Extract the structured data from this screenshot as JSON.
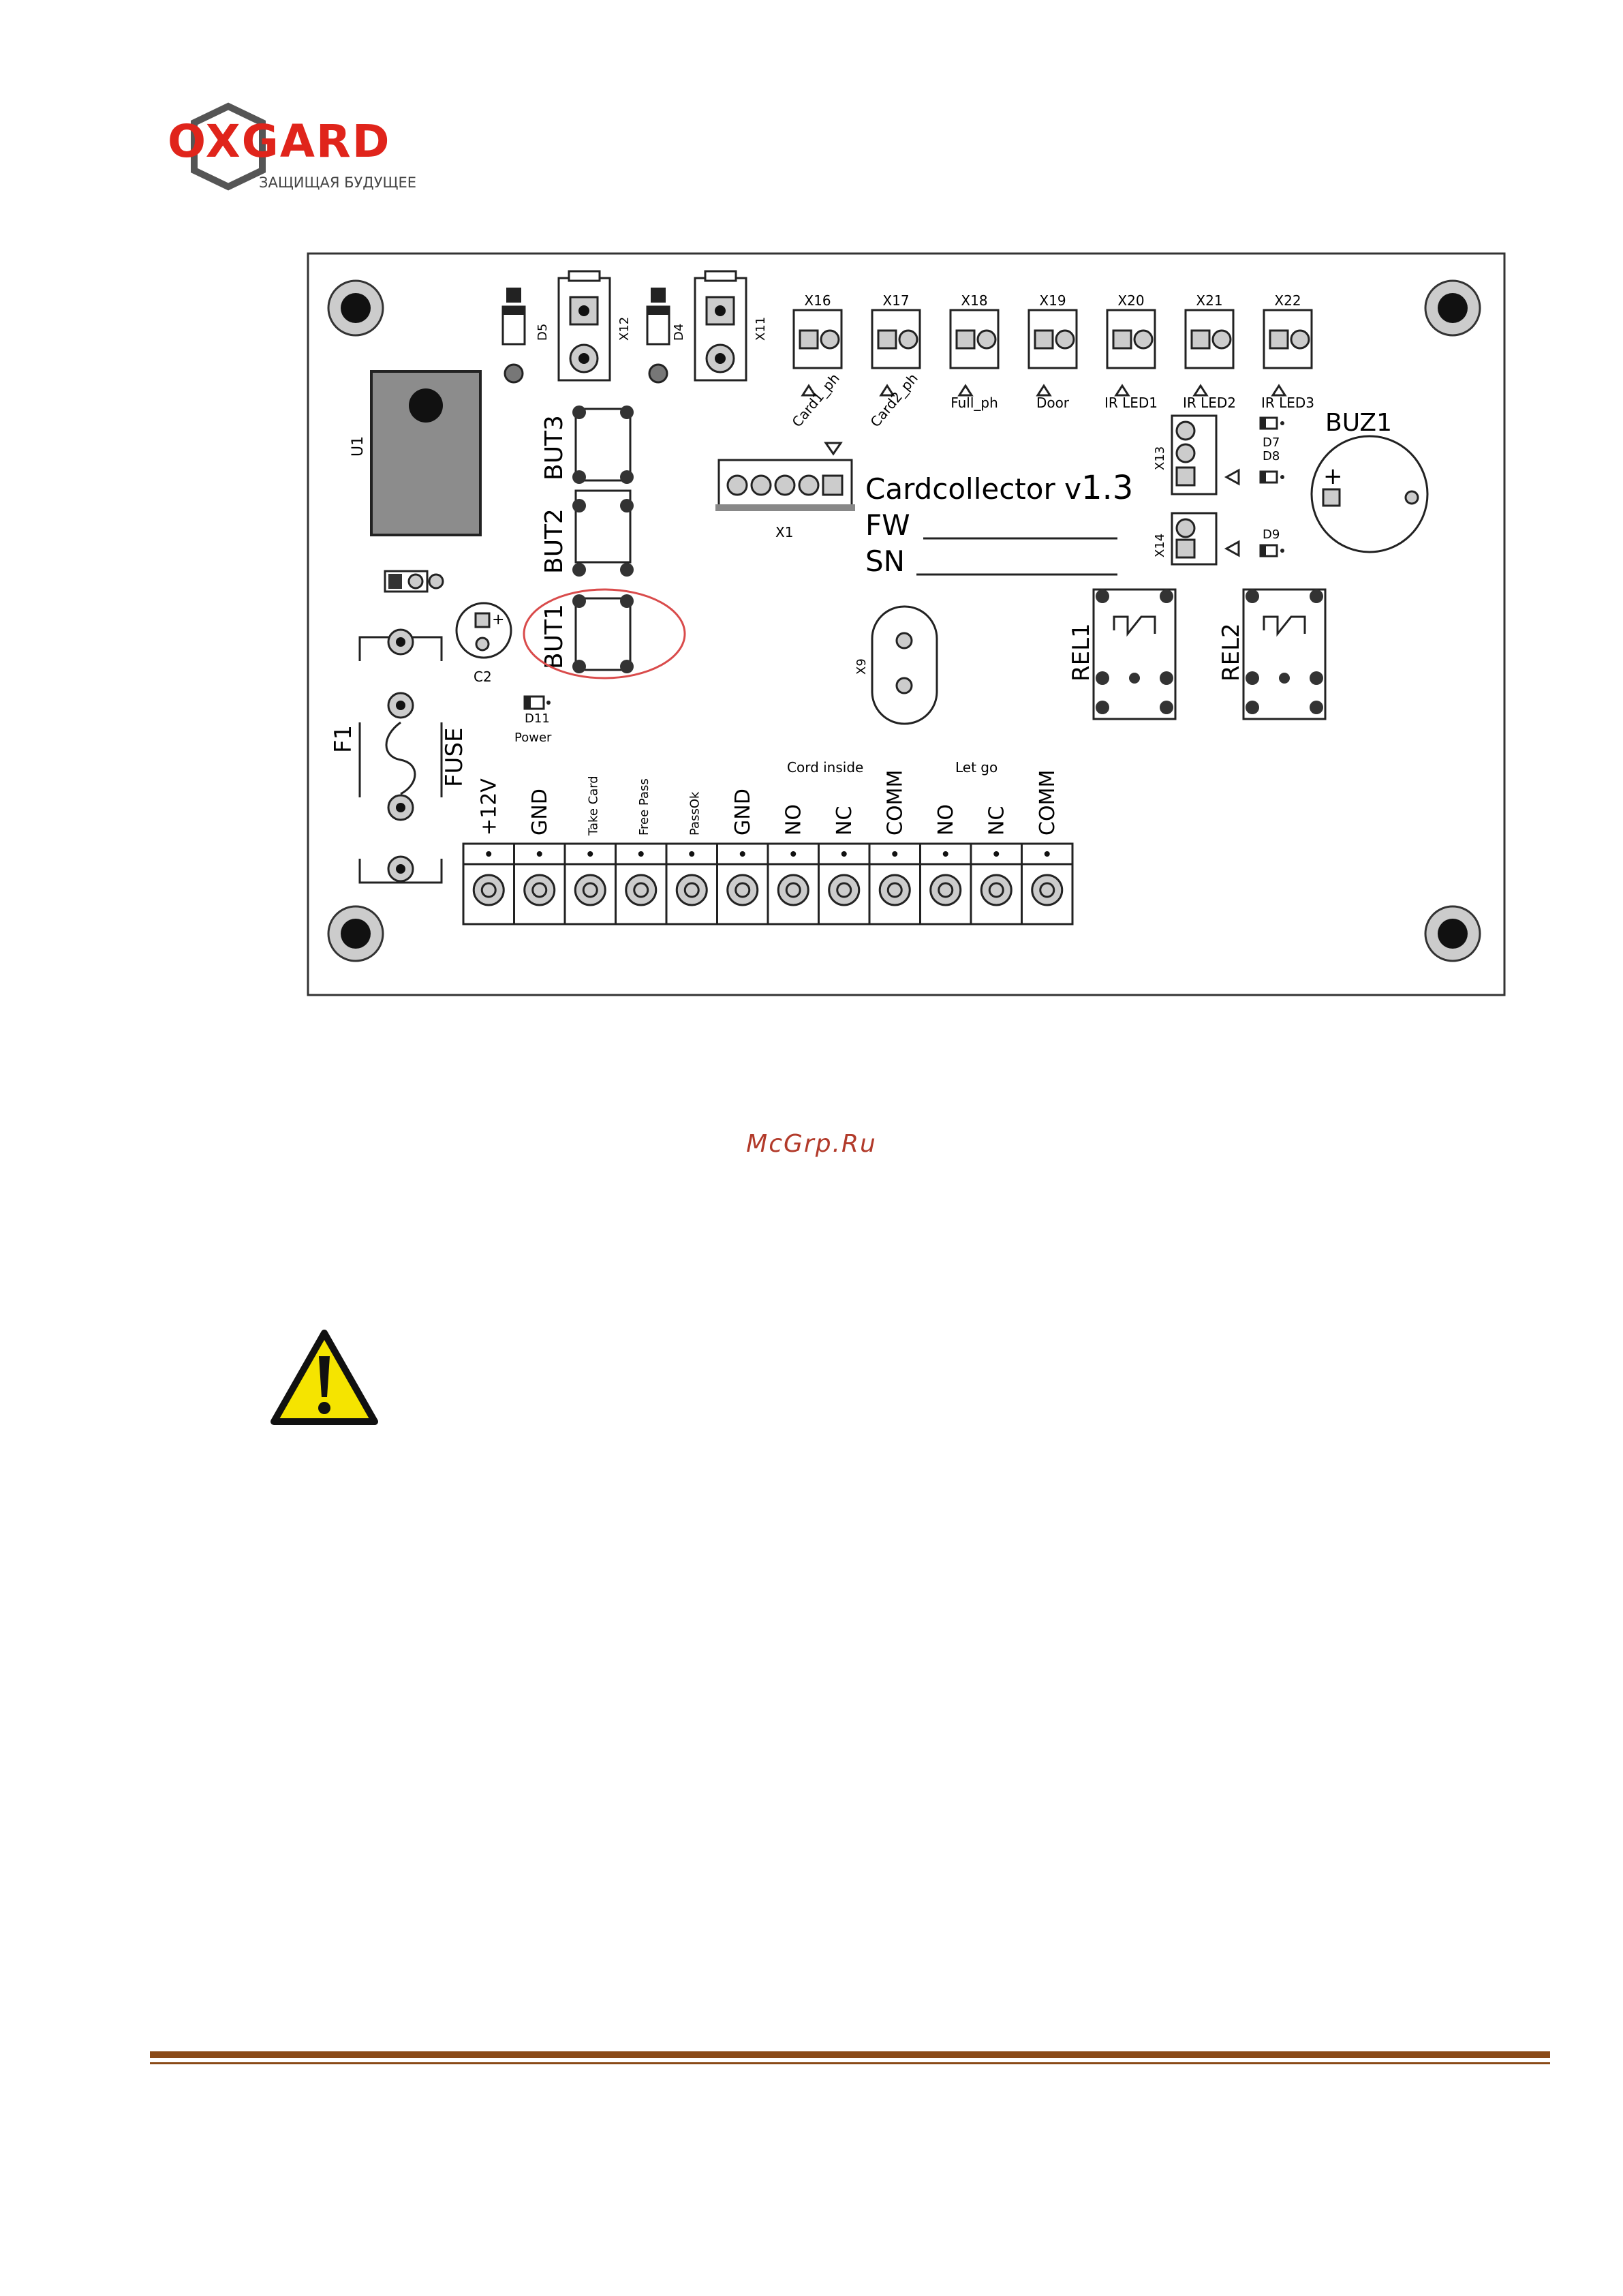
{
  "header": {
    "logo_text": "OXGARD",
    "logo_tagline": "ЗАЩИЩАЯ БУДУЩЕЕ",
    "brand_color": "#e0241b",
    "shield_color": "#555555"
  },
  "board": {
    "title": "Cardcollector v",
    "version": "1.3",
    "fw_label": "FW",
    "sn_label": "SN",
    "top_connectors": [
      {
        "id": "X16",
        "label": "Card1_ph"
      },
      {
        "id": "X17",
        "label": "Card2_ph"
      },
      {
        "id": "X18",
        "label": "Full_ph"
      },
      {
        "id": "X19",
        "label": "Door"
      },
      {
        "id": "X20",
        "label": "IR LED1"
      },
      {
        "id": "X21",
        "label": "IR LED2"
      },
      {
        "id": "X22",
        "label": "IR LED3"
      }
    ],
    "diodes": {
      "d5": "D5",
      "d4": "D4",
      "d7": "D7",
      "d8": "D8",
      "d9": "D9",
      "d11": "D11",
      "power": "Power"
    },
    "connectors": {
      "x12": "X12",
      "x11": "X11",
      "x13": "X13",
      "x14": "X14",
      "x1": "X1",
      "x9": "X9"
    },
    "buttons": [
      "BUT3",
      "BUT2",
      "BUT1"
    ],
    "buzzer": "BUZ1",
    "buzzer_plus": "+",
    "regulator": "U1",
    "capacitor": "C2",
    "capacitor_plus": "+",
    "fuse_id": "F1",
    "fuse_label": "FUSE",
    "relays": [
      "REL1",
      "REL2"
    ],
    "terminal_groups": {
      "cord_inside": "Cord inside",
      "let_go": "Let go"
    },
    "terminals": [
      "+12V",
      "GND",
      "Take Card",
      "Free Pass",
      "PassOk",
      "GND",
      "NO",
      "NC",
      "COMM",
      "NO",
      "NC",
      "COMM"
    ]
  },
  "watermark": "McGrp.Ru",
  "warning": {
    "icon": "warning-triangle-icon",
    "fill": "#f5e400"
  },
  "footer": {
    "rule_color": "#8a4a17"
  }
}
